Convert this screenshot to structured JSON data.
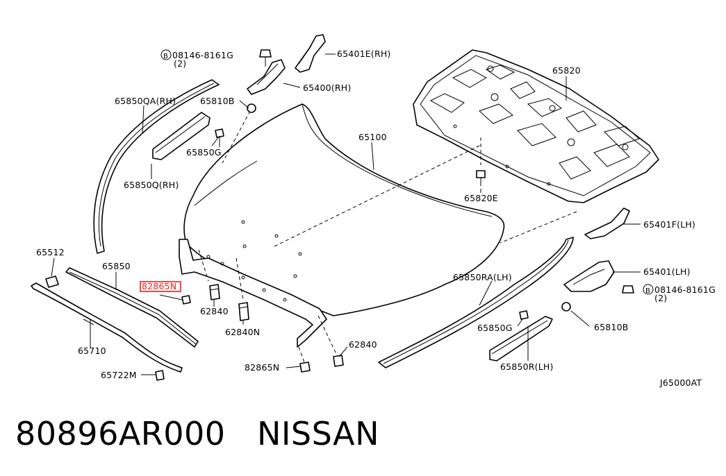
{
  "labels": {
    "bolt_rh_line1": "08146-8161G",
    "bolt_rh_line2": "(2)",
    "bolt_lh_line1": "08146-8161G",
    "bolt_lh_line2": "(2)",
    "b_marker": "B",
    "p65401E": "65401E(RH)",
    "p65400": "65400(RH)",
    "p65810B_top": "65810B",
    "p65850QA": "65850QA(RH)",
    "p65850G_top": "65850G",
    "p65850Q": "65850Q(RH)",
    "p65100": "65100",
    "p65820": "65820",
    "p65820E": "65820E",
    "p65401F": "65401F(LH)",
    "p65401": "65401(LH)",
    "p65810B_bot": "65810B",
    "p65512": "65512",
    "p65850": "65850",
    "p82865N_highlight": "82865N",
    "p62840_a": "62840",
    "p62840N": "62840N",
    "p65850RA": "65850RA(LH)",
    "p65850G_bot": "65850G",
    "p65710": "65710",
    "p62840_b": "62840",
    "p82865N_bottom": "82865N",
    "p65850R": "65850R(LH)",
    "p65722M": "65722M",
    "diagram_code": "J65000AT"
  },
  "caption": {
    "part_number": "80896AR000",
    "brand": "NISSAN"
  },
  "colors": {
    "highlight": "#e8201c",
    "line": "#000000",
    "background": "#ffffff"
  }
}
